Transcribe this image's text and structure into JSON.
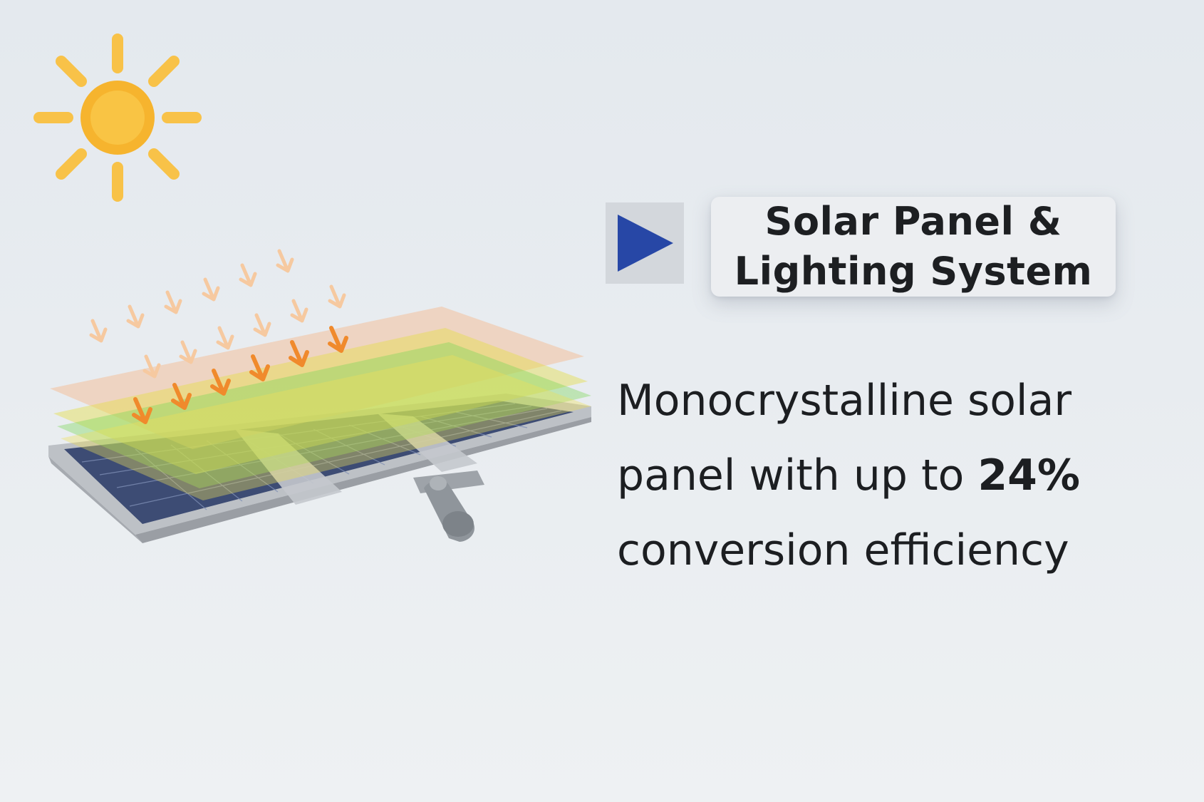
{
  "title": {
    "line1": "Solar Panel &",
    "line2": "Lighting System"
  },
  "description": {
    "line1": "Monocrystalline solar",
    "line2_prefix": "panel with up to ",
    "line2_highlight": "24%",
    "line3": "conversion efficiency"
  },
  "icons": {
    "sun": "sun-icon",
    "play": "play-triangle-icon",
    "arrows": "sunlight-arrow-icon"
  },
  "colors": {
    "sun": "#f7b93a",
    "play": "#2747a6",
    "arrow": "#f08a2c",
    "panel_frame": "#b9bdc2",
    "panel_cells": "#3c4b72"
  }
}
